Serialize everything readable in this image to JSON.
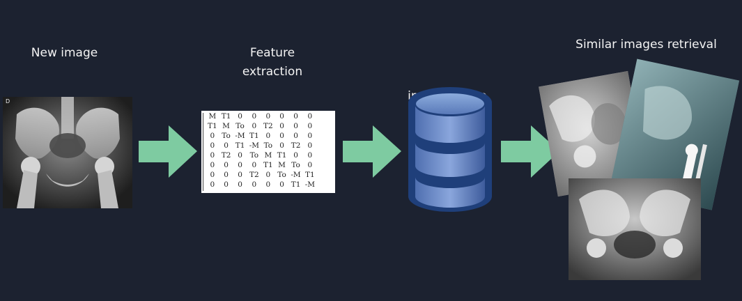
{
  "steps": [
    {
      "label_lines": [
        "New image"
      ]
    },
    {
      "label_lines": [
        "Feature",
        "extraction"
      ]
    },
    {
      "label_lines": [
        "index  lookup"
      ]
    },
    {
      "label_lines": [
        "Similar images retrieval"
      ]
    }
  ],
  "new_image": {
    "corner_marker": "D"
  },
  "matrix": {
    "rows": [
      [
        "M",
        "T1",
        "0",
        "0",
        "0",
        "0",
        "0",
        "0"
      ],
      [
        "T1",
        "M",
        "To",
        "0",
        "T2",
        "0",
        "0",
        "0"
      ],
      [
        "0",
        "To",
        "-M",
        "T1",
        "0",
        "0",
        "0",
        "0"
      ],
      [
        "0",
        "0",
        "T1",
        "-M",
        "To",
        "0",
        "T2",
        "0"
      ],
      [
        "0",
        "T2",
        "0",
        "To",
        "M",
        "T1",
        "0",
        "0"
      ],
      [
        "0",
        "0",
        "0",
        "0",
        "T1",
        "M",
        "To",
        "0"
      ],
      [
        "0",
        "0",
        "0",
        "T2",
        "0",
        "To",
        "-M",
        "T1"
      ],
      [
        "0",
        "0",
        "0",
        "0",
        "0",
        "0",
        "T1",
        "-M"
      ]
    ]
  },
  "colors": {
    "background": "#1c2230",
    "arrow": "#7ecba1",
    "database_dark": "#1f3f7a",
    "database_light": "#6f8fcf"
  },
  "icons": [
    "arrow-right-icon",
    "database-icon"
  ]
}
